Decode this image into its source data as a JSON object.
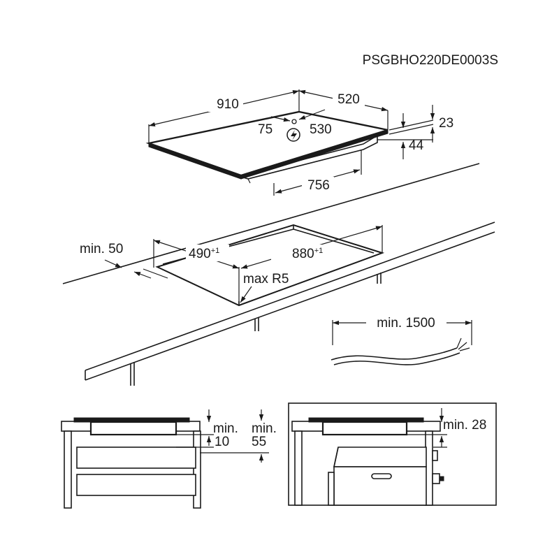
{
  "model_code": "PSGBHO220DE0003S",
  "top": {
    "width": "910",
    "depth": "520",
    "conn_offset": "75",
    "conn_depth": "530",
    "glass_thickness": "23",
    "body_height": "44",
    "body_width": "756"
  },
  "cutout": {
    "depth": "490",
    "depth_tol": "+1",
    "width": "880",
    "width_tol": "+1",
    "radius": "max R5",
    "edge_distance": "min. 50"
  },
  "cable": {
    "length": "min. 1500"
  },
  "side_left": {
    "gap_line1": "min.",
    "gap_line2": "10",
    "depth_line1": "min.",
    "depth_line2": "55"
  },
  "side_right": {
    "gap": "min. 28"
  },
  "icons": [
    "power-connection-icon"
  ]
}
